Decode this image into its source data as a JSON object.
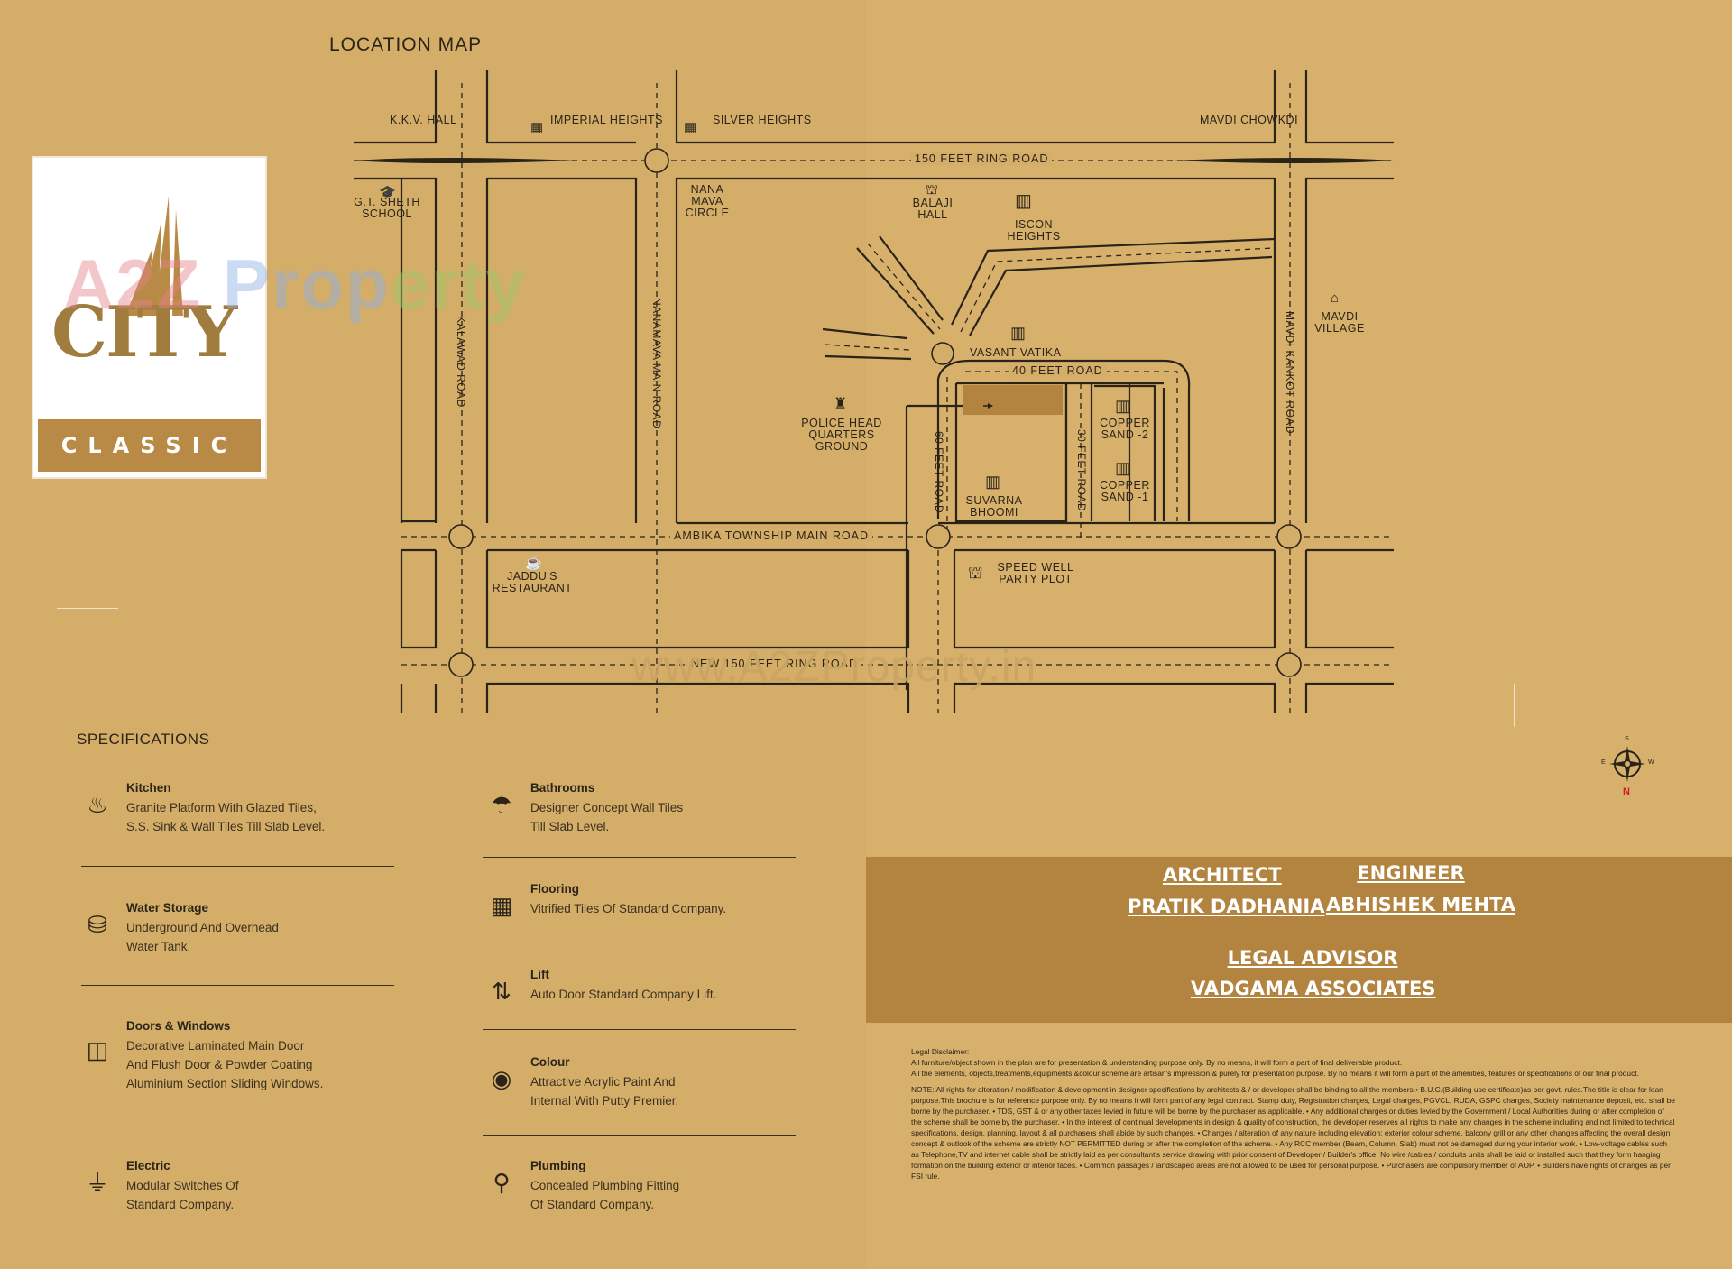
{
  "title": "LOCATION MAP",
  "logo": {
    "name": "CITY",
    "tagline": "CLASSIC"
  },
  "watermark": {
    "brand_parts": [
      "A",
      "2Z",
      " Prop",
      "erty"
    ],
    "url": "www.A2ZProperty.in"
  },
  "map": {
    "places": {
      "kkv_hall": "K.K.V. HALL",
      "imperial_heights": "IMPERIAL HEIGHTS",
      "silver_heights": "SILVER HEIGHTS",
      "mavdi_chowkdi": "MAVDI CHOWKDI",
      "gt_sheth_school": "G.T. SHETH SCHOOL",
      "nana_mava_circle": "NANA MAVA CIRCLE",
      "balaji_hall": "BALAJI HALL",
      "iscon_heights": "ISCON HEIGHTS",
      "mavdi_village": "MAVDI VILLAGE",
      "vasant_vatika": "VASANT VATIKA",
      "police_hq": "POLICE HEAD QUARTERS GROUND",
      "copper_sand_2": "COPPER SAND -2",
      "copper_sand_1": "COPPER SAND -1",
      "suvarna_bhoomi": "SUVARNA BHOOMI",
      "jaddus_restaurant": "JADDU'S RESTAURANT",
      "speed_well": "SPEED WELL PARTY PLOT"
    },
    "roads": {
      "ring_150": "150 FEET RING ROAD",
      "feet_40": "40 FEET ROAD",
      "ambika": "AMBIKA TOWNSHIP MAIN ROAD",
      "new_ring_150": "NEW 150 FEET RING ROAD",
      "kalawad": "KALAWAD ROAD",
      "nanamava": "NANAMAVA MAIN ROAD",
      "feet_60": "60 FEET ROAD",
      "feet_30": "30 FEET ROAD",
      "mavdi_kankot": "MAVDI KANKOT ROAD"
    }
  },
  "specifications": {
    "title": "SPECIFICATIONS",
    "items": [
      {
        "name": "Kitchen",
        "lines": [
          "Granite Platform With Glazed Tiles,",
          "S.S. Sink & Wall Tiles Till Slab Level."
        ],
        "icon": "stove-icon"
      },
      {
        "name": "Water Storage",
        "lines": [
          "Underground And Overhead",
          "Water Tank."
        ],
        "icon": "water-tank-icon"
      },
      {
        "name": "Doors & Windows",
        "lines": [
          "Decorative Laminated Main Door",
          "And Flush Door & Powder Coating",
          "Aluminium Section Sliding Windows."
        ],
        "icon": "door-icon"
      },
      {
        "name": "Electric",
        "lines": [
          "Modular Switches Of",
          "Standard Company."
        ],
        "icon": "plug-icon"
      },
      {
        "name": "Bathrooms",
        "lines": [
          "Designer Concept Wall Tiles",
          "Till Slab Level."
        ],
        "icon": "shower-icon"
      },
      {
        "name": "Flooring",
        "lines": [
          "Vitrified Tiles Of Standard Company."
        ],
        "icon": "tiles-icon"
      },
      {
        "name": "Lift",
        "lines": [
          "Auto Door Standard Company Lift."
        ],
        "icon": "lift-icon"
      },
      {
        "name": "Colour",
        "lines": [
          "Attractive Acrylic Paint And",
          "Internal With Putty Premier."
        ],
        "icon": "paint-bucket-icon"
      },
      {
        "name": "Plumbing",
        "lines": [
          "Concealed Plumbing Fitting",
          "Of Standard Company."
        ],
        "icon": "tap-icon"
      }
    ]
  },
  "credits": {
    "architect_title": "ARCHITECT",
    "architect_name": "PRATIK DADHANIA",
    "engineer_title": "ENGINEER",
    "engineer_name": "ABHISHEK MEHTA",
    "legal_title": "LEGAL ADVISOR",
    "legal_name": "VADGAMA ASSOCIATES"
  },
  "compass": {
    "north": "N",
    "south": "S",
    "east": "E",
    "west": "W"
  },
  "disclaimer": {
    "heading": "Legal Disclaimer:",
    "p1": "All furniture/object shown in the plan are for presentation & understanding purpose only. By no means, it will form a part of final deliverable product.",
    "p2": "All the elements, objects,treatments,equipments &colour scheme are artisan's impression & purely for presentation purpose. By no means it will form a part of the amenities, features or specifications of our final product.",
    "p3": "NOTE: All rights for alteration / modification & development in designer specifications by architects & / or developer shall be binding to all the members.• B.U.C.(Building use certificate)as per govt. rules.The title is clear for loan purpose.This brochure is for reference purpose only. By no means it will form part of any legal contract. Stamp duty, Registration charges, Legal charges, PGVCL, RUDA, GSPC charges, Society maintenance deposit, etc. shall be borne by the purchaser. • TDS, GST & or any other taxes levied in future will be borne by the purchaser as applicable. • Any additional charges or duties levied by the Government / Local Authorities during or after completion of the scheme shall be borne by the purchaser. • In the interest of continual developments in design & quality of construction, the developer reserves all rights to make any changes in the scheme including and not limited to technical specifications, design, planning, layout & all purchasers shall abide by such changes. • Changes / alteration of any nature including elevation; exterior colour scheme, balcony grill or any other changes affecting the overall design concept & outlook of the scheme are strictly NOT PERMITTED during or after the completion of the scheme. • Any RCC member (Beam, Column, Slab) must not be damaged during your interior work. • Low-voltage cables such as Telephone,TV and internet cable shall be strictly laid as per consultant's service drawing with prior consent of Developer / Builder's office. No wire /cables / conduits units shall be laid or installed such that they form hanging formation on the building exterior or interior faces. • Common passages / landscaped areas are not allowed to be used for personal purpose. • Purchasers are compulsory member of AOP. • Builders have rights of changes as per FSI rule."
  },
  "colors": {
    "background": "#d4ad68",
    "band": "#b3843f",
    "ink": "#2a2318",
    "site": "#b3843f",
    "logo_gold": "#a07c3e"
  }
}
